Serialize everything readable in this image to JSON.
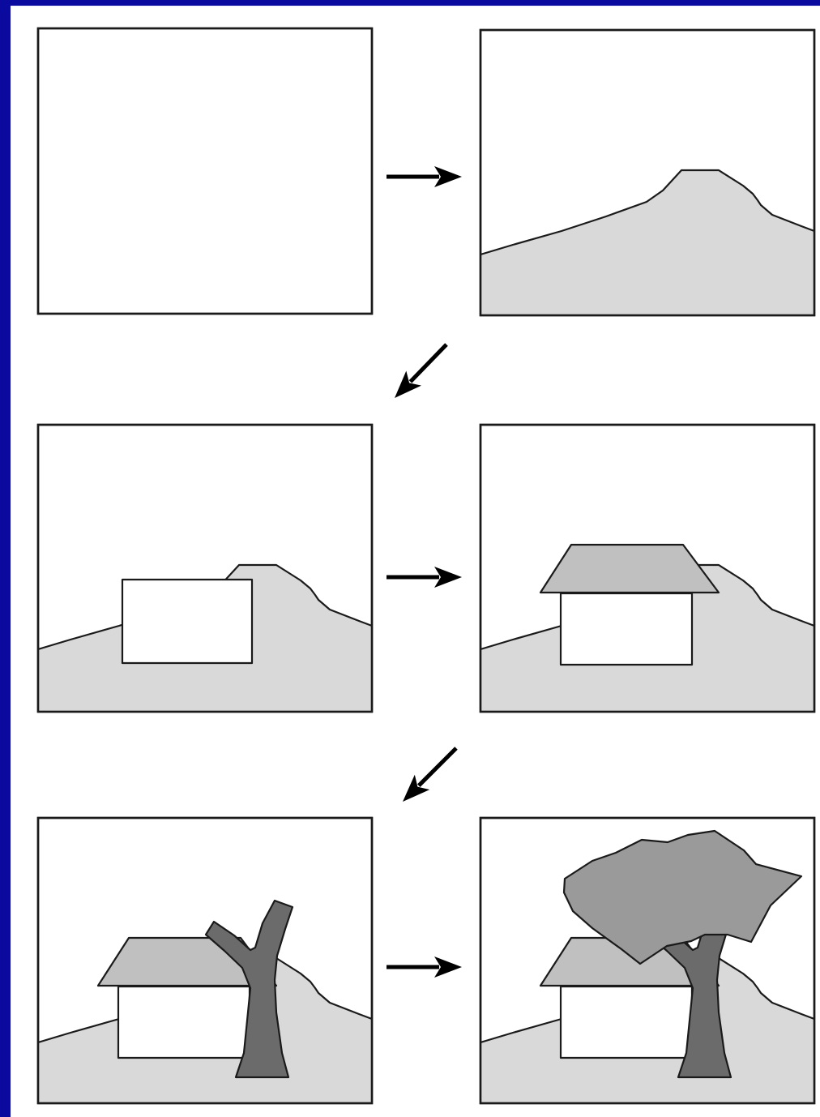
{
  "colors": {
    "frame_blue": "#0a0a9e",
    "background": "#ffffff",
    "outline": "#1a1a1a",
    "hill": "#d9d9d9",
    "roof": "#c0c0c0",
    "house_wall": "#ffffff",
    "trunk": "#6b6b6b",
    "crown": "#9a9a9a",
    "arrow": "#000000"
  },
  "panels": [
    {
      "name": "panel-empty-canvas",
      "layers": []
    },
    {
      "name": "panel-hill",
      "layers": [
        "hill"
      ]
    },
    {
      "name": "panel-hill-house-block",
      "layers": [
        "hill",
        "house-block"
      ]
    },
    {
      "name": "panel-hill-house-roof",
      "layers": [
        "hill",
        "house-walls",
        "roof"
      ]
    },
    {
      "name": "panel-hill-house-trunk",
      "layers": [
        "hill",
        "house-walls",
        "roof",
        "trunk"
      ]
    },
    {
      "name": "panel-complete-scene",
      "layers": [
        "hill",
        "house-walls",
        "roof",
        "trunk",
        "crown"
      ]
    }
  ],
  "arrows": [
    {
      "name": "arrow-right-1",
      "icon": "right-arrow-icon"
    },
    {
      "name": "arrow-diagonal-1",
      "icon": "down-left-arrow-icon"
    },
    {
      "name": "arrow-right-2",
      "icon": "right-arrow-icon"
    },
    {
      "name": "arrow-diagonal-2",
      "icon": "down-left-arrow-icon"
    },
    {
      "name": "arrow-right-3",
      "icon": "right-arrow-icon"
    }
  ]
}
